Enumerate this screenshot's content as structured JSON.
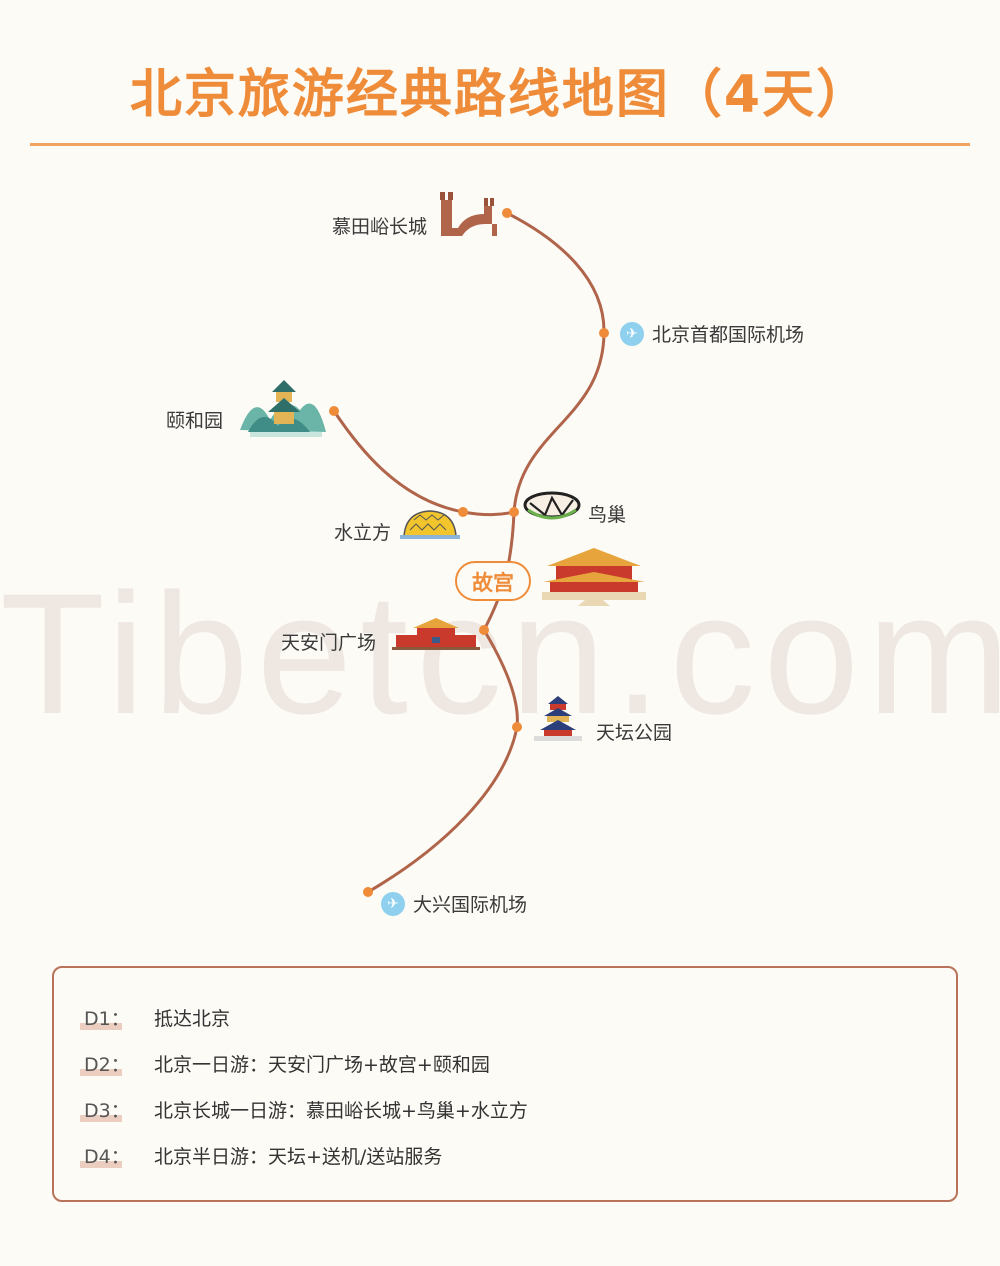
{
  "title": "北京旅游经典路线地图（4天）",
  "watermark": "Tibetcn.com",
  "colors": {
    "accent": "#ef8c3a",
    "route": "#b0644a",
    "airport": "#8fd0ee",
    "panel_border": "#b8735a"
  },
  "places": {
    "mutianyu": "慕田峪长城",
    "capital_airport": "北京首都国际机场",
    "summer_palace": "颐和园",
    "bird_nest": "鸟巢",
    "water_cube": "水立方",
    "forbidden_city": "故宫",
    "tiananmen": "天安门广场",
    "temple_of_heaven": "天坛公园",
    "daxing_airport": "大兴国际机场"
  },
  "itinerary": [
    {
      "day": "D1：",
      "text": "抵达北京"
    },
    {
      "day": "D2：",
      "text": "北京一日游：天安门广场+故宫+颐和园"
    },
    {
      "day": "D3：",
      "text": "北京长城一日游：慕田峪长城+鸟巢+水立方"
    },
    {
      "day": "D4：",
      "text": "北京半日游：天坛+送机/送站服务"
    }
  ]
}
